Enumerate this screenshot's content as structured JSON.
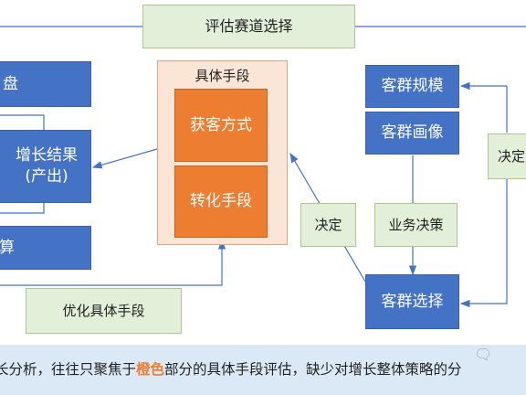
{
  "diagram": {
    "title": "评估赛道选择",
    "left_top": "盘",
    "left_middle": "增长结果\n(产出)",
    "left_bottom": "算",
    "group_label": "具体手段",
    "acquisition": "获客方式",
    "conversion": "转化手段",
    "optimize": "优化具体手段",
    "decide_left": "决定",
    "decide_right": "决定",
    "customer_scale": "客群规模",
    "customer_profile": "客群画像",
    "business_decision": "业务决策",
    "customer_select": "客群选择"
  },
  "caption": {
    "before": "长分析，往往只聚焦于",
    "highlight": "橙色",
    "after": "部分的具体手段评估，缺少对增长整体策略的分"
  },
  "colors": {
    "blue": "#4472c4",
    "orange": "#ed7d31",
    "green_fill": "#e2efd9",
    "peach_fill": "#fbe5d6",
    "arrow": "#4472c4"
  }
}
